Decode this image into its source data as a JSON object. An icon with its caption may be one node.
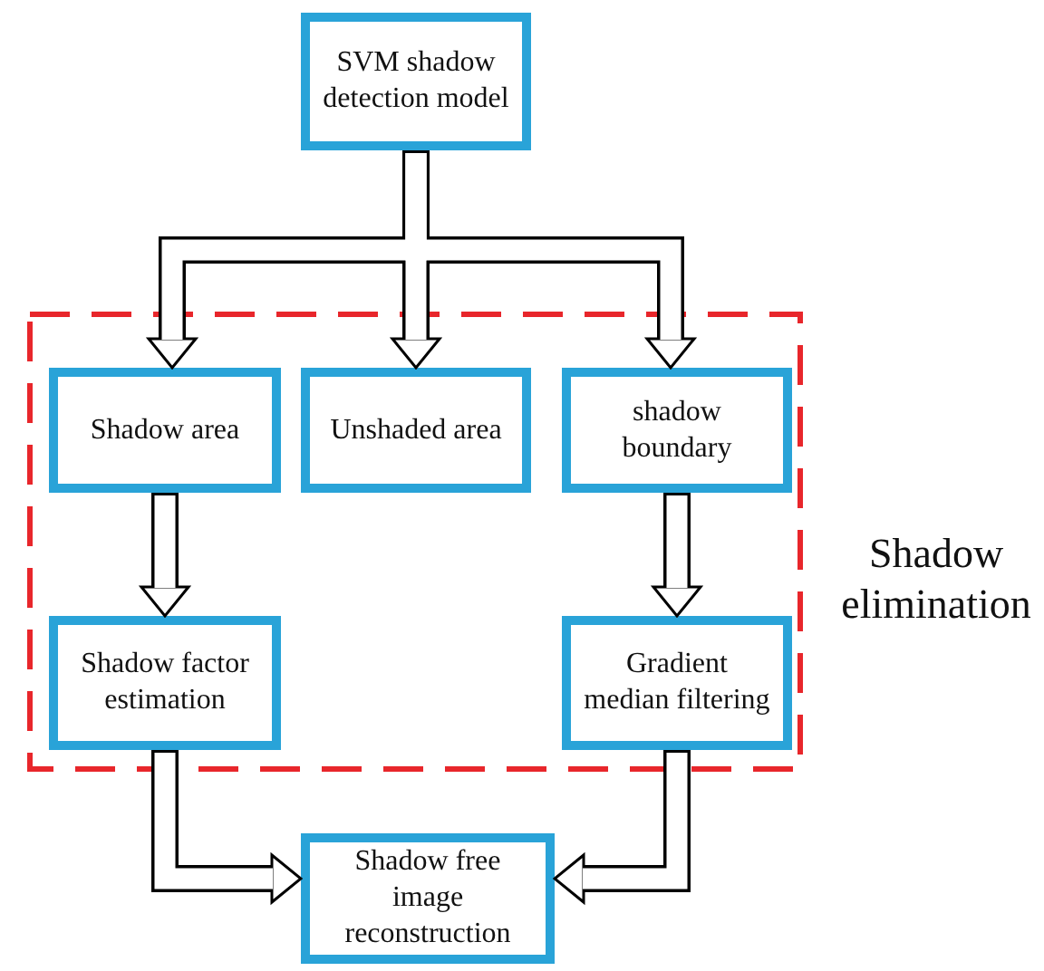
{
  "diagram": {
    "nodes": [
      {
        "text": [
          "SVM shadow detection model"
        ]
      },
      {
        "text": [
          "Shadow elimination"
        ]
      },
      {
        "text": [
          "Shadow area"
        ],
        "in": 1
      },
      {
        "text": [
          "Unshaded area"
        ],
        "in": 1
      },
      {
        "text": [
          "shadow boundary"
        ],
        "in": 1
      },
      {
        "text": [
          "Shadow factor estimation"
        ],
        "in": 1
      },
      {
        "text": [
          "Gradient median filtering"
        ],
        "in": 1
      },
      {
        "text": [
          "Shadow free image reconstruction"
        ]
      }
    ],
    "edges": [
      {
        "from": 0,
        "to": 2,
        "arrow": "to"
      },
      {
        "from": 0,
        "to": 3,
        "arrow": "to"
      },
      {
        "from": 0,
        "to": 4,
        "arrow": "to"
      },
      {
        "from": 2,
        "to": 5,
        "arrow": "to"
      },
      {
        "from": 4,
        "to": 6,
        "arrow": "to"
      },
      {
        "from": 5,
        "to": 7,
        "arrow": "to"
      },
      {
        "from": 6,
        "to": 7,
        "arrow": "to"
      }
    ]
  }
}
